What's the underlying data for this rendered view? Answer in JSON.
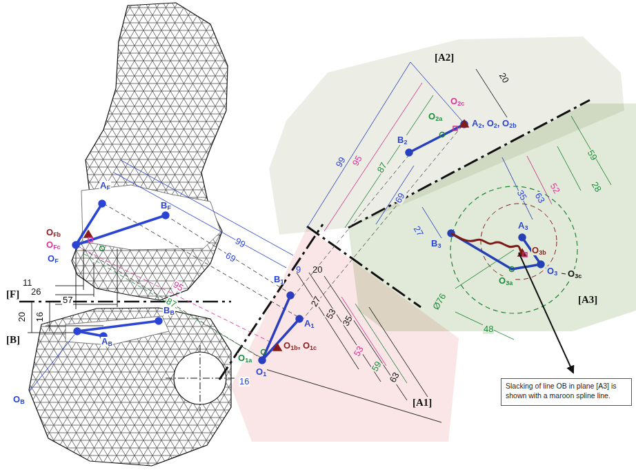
{
  "diagram": {
    "nodes": [
      {
        "text": [
          "[A1]"
        ]
      },
      {
        "text": [
          "[A2]"
        ]
      },
      {
        "text": [
          "[A3]"
        ]
      },
      {
        "text": [
          "Slacking of line OB in plane [A3] is shown with a maroon spline line."
        ]
      }
    ],
    "labels": [
      "AF",
      "BF",
      "OFb",
      "OFc",
      "OF",
      "11",
      "26",
      "57",
      "[F]",
      "20",
      "16",
      "[B]",
      "BB",
      "AB",
      "OB",
      "99",
      "69",
      "95",
      "87",
      "9",
      "20",
      "B1",
      "27",
      "53",
      "35",
      "A1",
      "53",
      "59",
      "63",
      "O1a",
      "O1b, O1c",
      "16",
      "O1",
      "99",
      "95",
      "87",
      "69",
      "20",
      "O2c",
      "O2a",
      "A2, O2, O2b",
      "B2",
      "35",
      "63",
      "52",
      "59",
      "28",
      "27",
      "A3",
      "B3",
      "O3b",
      "O3",
      "O3c",
      "O3a",
      "Ø76",
      "48"
    ]
  }
}
